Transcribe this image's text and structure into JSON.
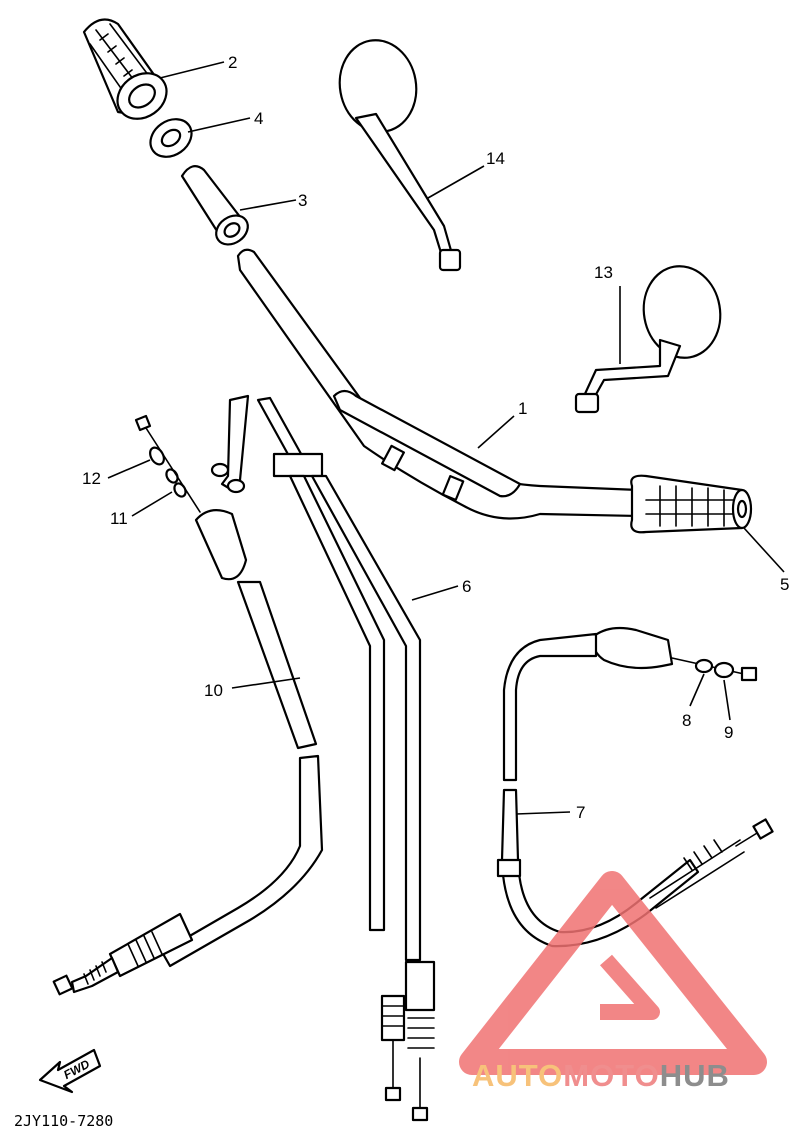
{
  "diagram": {
    "code": "2JY110-7280",
    "fwd_label": "FWD",
    "callouts": [
      {
        "id": "1",
        "label": "1",
        "part": "handlebar"
      },
      {
        "id": "2",
        "label": "2",
        "part": "left-grip"
      },
      {
        "id": "3",
        "label": "3",
        "part": "throttle-tube"
      },
      {
        "id": "4",
        "label": "4",
        "part": "grip-collar"
      },
      {
        "id": "5",
        "label": "5",
        "part": "right-grip"
      },
      {
        "id": "6",
        "label": "6",
        "part": "throttle-cable"
      },
      {
        "id": "7",
        "label": "7",
        "part": "clutch-cable"
      },
      {
        "id": "8",
        "label": "8",
        "part": "adjuster-nut"
      },
      {
        "id": "9",
        "label": "9",
        "part": "adjuster-locknut"
      },
      {
        "id": "10",
        "label": "10",
        "part": "brake-cable"
      },
      {
        "id": "11",
        "label": "11",
        "part": "adjuster-nut"
      },
      {
        "id": "12",
        "label": "12",
        "part": "adjuster-locknut"
      },
      {
        "id": "13",
        "label": "13",
        "part": "right-mirror"
      },
      {
        "id": "14",
        "label": "14",
        "part": "left-mirror"
      }
    ]
  },
  "watermark": {
    "brand_part1": "AUTO",
    "brand_part2": "MOTO",
    "brand_part3": "HUB",
    "colors": {
      "auto": "#f7c27a",
      "moto": "#f08e8e",
      "hub": "#8d8d8d",
      "logo": "#f07272"
    }
  }
}
